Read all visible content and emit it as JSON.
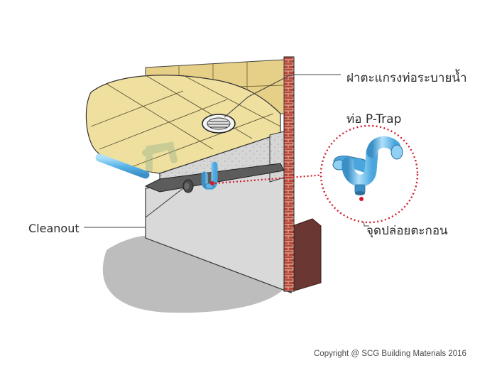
{
  "labels": {
    "floor_drain_grate": "ฝาตะแกรงท่อระบายน้ำ",
    "p_trap": "ท่อ P-Trap",
    "cleanout": "Cleanout",
    "sediment_outlet": "จุดปล่อยตะกอน"
  },
  "copyright": "Copyright  @ SCG Building Materials 2016",
  "colors": {
    "tile": "#efe0a0",
    "tile_wall": "#e6cf86",
    "brick": "#b8473a",
    "concrete": "#d9d9d9",
    "pipe_blue": "#5bb4e8",
    "pipe_highlight": "#aee0fb",
    "zoom_circle": "#d11a2a",
    "shadow": "#bdbdbd"
  }
}
